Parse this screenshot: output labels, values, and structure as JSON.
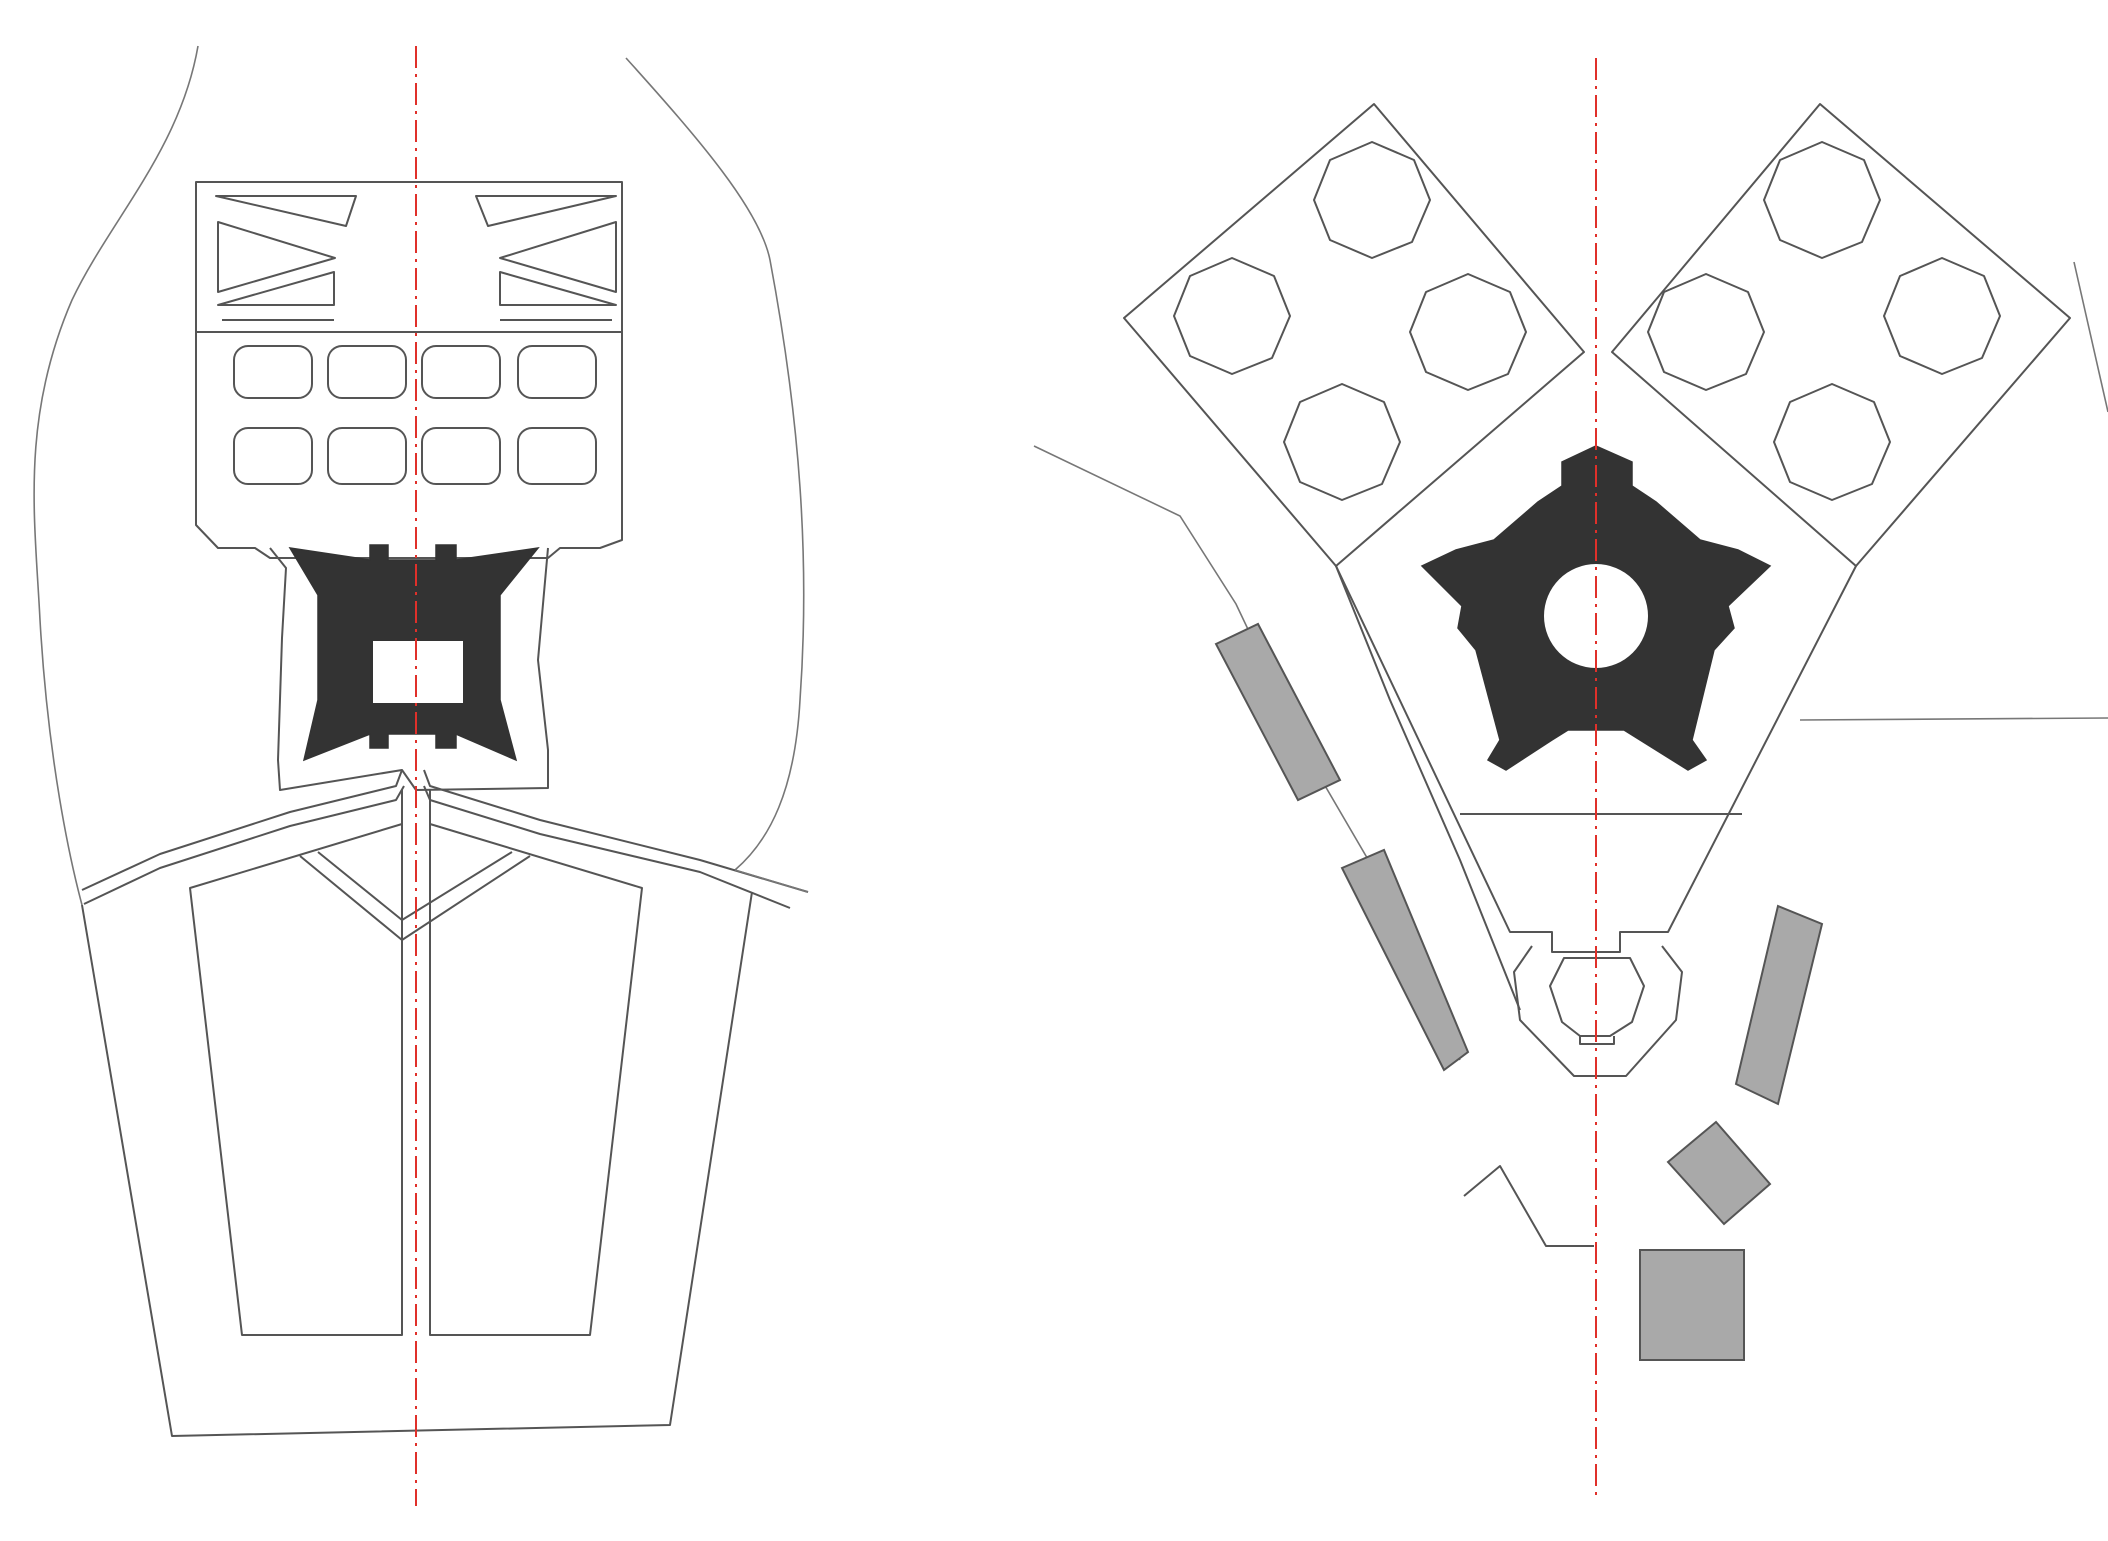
{
  "colors": {
    "background": "#ffffff",
    "outline": "#555555",
    "solid_fill": "#333333",
    "hatched_fill": "#a9a9a9",
    "axis": "#e0302a"
  },
  "panels": [
    {
      "name": "left-plan",
      "features": [
        "site-outline",
        "square-bastioned-fort",
        "barracks-block",
        "courtyards",
        "symmetry-axis"
      ]
    },
    {
      "name": "right-plan",
      "features": [
        "pentagonal-bastioned-fort",
        "octagon-grid-blocks",
        "gate-structure",
        "hatched-buildings",
        "symmetry-axis"
      ]
    }
  ]
}
